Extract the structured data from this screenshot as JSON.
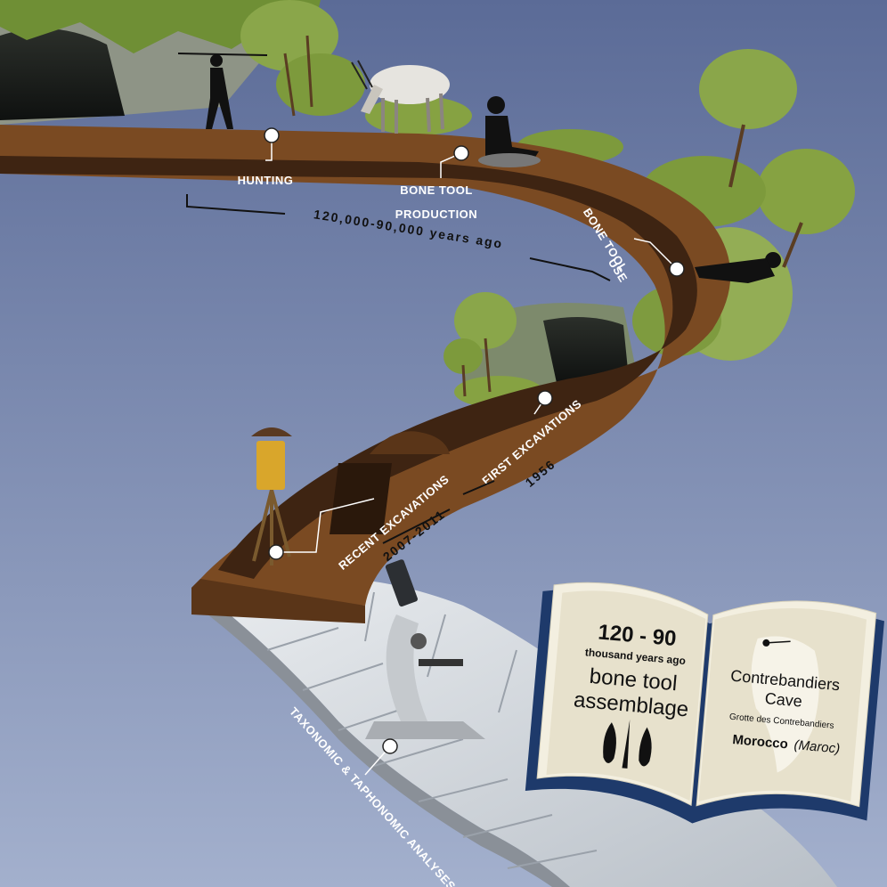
{
  "stages": {
    "hunting": "HUNTING",
    "bone_tool_production_line1": "BONE TOOL",
    "bone_tool_production_line2": "PRODUCTION",
    "bone_tool_use_line1": "BONE TOOL",
    "bone_tool_use_line2": "USE",
    "first_excavations": "FIRST EXCAVATIONS",
    "recent_excavations": "RECENT EXCAVATIONS",
    "analyses": "TAXONOMIC & TAPHONOMIC ANALYSES"
  },
  "timeline": {
    "ancient_period": "120,000-90,000 years ago",
    "first_excavation_year": "1956",
    "recent_excavation_years": "2007-2011"
  },
  "book": {
    "age_range": "120 - 90",
    "age_unit": "thousand years ago",
    "subject_line1": "bone tool",
    "subject_line2": "assemblage",
    "site_line1": "Contrebandiers",
    "site_line2": "Cave",
    "site_french": "Grotte des Contrebandiers",
    "country": "Morocco",
    "country_french": "(Maroc)"
  },
  "colors": {
    "sky_top": "#5b6b97",
    "sky_bottom": "#a3b0cd",
    "soil": "#7a4a22",
    "soil_dark": "#3e2412",
    "foliage": "#7d9a3c",
    "book_cover": "#1e3a6b",
    "page": "#f3efe0"
  }
}
